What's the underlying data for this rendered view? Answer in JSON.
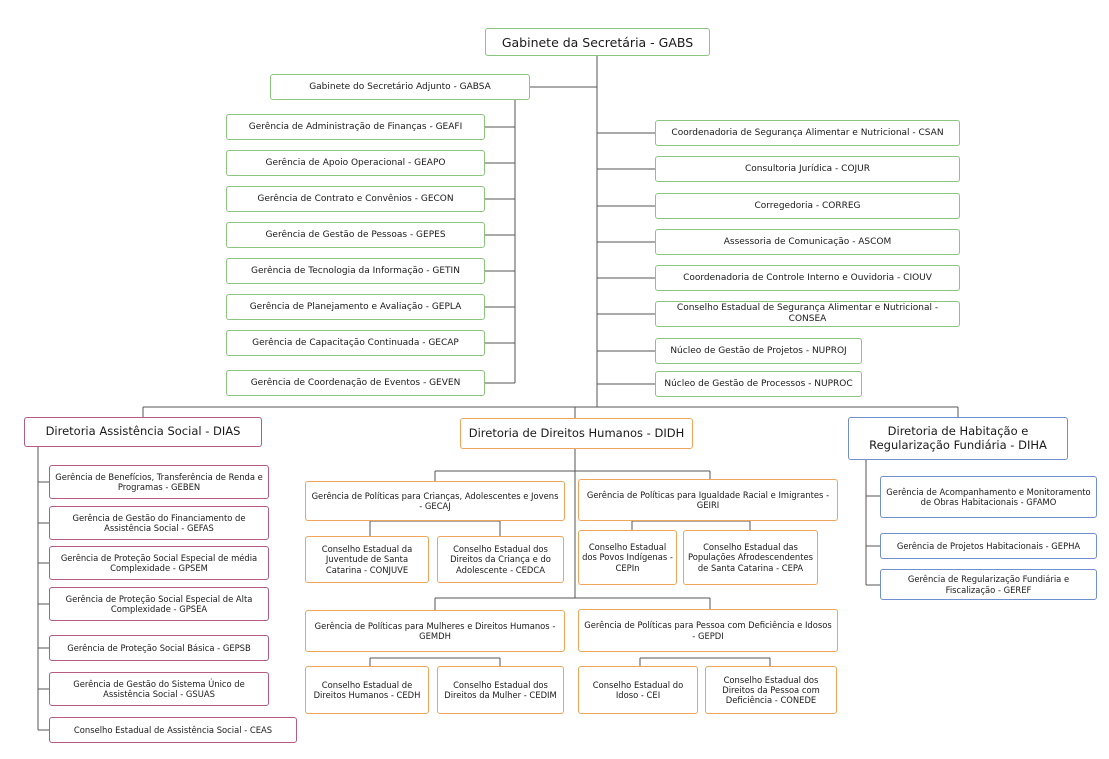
{
  "top": {
    "label": "Gabinete da Secretária - GABS"
  },
  "adjunto": {
    "label": "Gabinete do Secretário Adjunto - GABSA"
  },
  "left_gerencias": [
    "Gerência de Administração de Finanças - GEAFI",
    "Gerência de Apoio Operacional - GEAPO",
    "Gerência de Contrato e Convênios - GECON",
    "Gerência de Gestão de Pessoas - GEPES",
    "Gerência de Tecnologia da Informação - GETIN",
    "Gerência de Planejamento e Avaliação - GEPLA",
    "Gerência de Capacitação Continuada - GECAP",
    "Gerência de Coordenação de Eventos - GEVEN"
  ],
  "right_units": [
    "Coordenadoria de Segurança Alimentar e Nutricional - CSAN",
    "Consultoria Jurídica - COJUR",
    "Corregedoria - CORREG",
    "Assessoria de Comunicação - ASCOM",
    "Coordenadoria de Controle Interno e Ouvidoria - CIOUV",
    "Conselho Estadual de Segurança Alimentar e Nutricional - CONSEA"
  ],
  "nucleos": [
    "Núcleo de Gestão de Projetos - NUPROJ",
    "Núcleo de Gestão de Processos - NUPROC"
  ],
  "dias": {
    "label": "Diretoria Assistência Social  - DIAS",
    "children": [
      "Gerência de Benefícios, Transferência de Renda e Programas - GEBEN",
      "Gerência de Gestão do Financiamento de Assistência Social - GEFAS",
      "Gerência de Proteção Social Especial de média Complexidade - GPSEM",
      "Gerência de Proteção Social Especial de Alta Complexidade - GPSEA",
      "Gerência de Proteção Social Básica - GEPSB",
      "Gerência de Gestão do Sistema Único de Assistência Social - GSUAS",
      "Conselho Estadual de Assistência Social - CEAS"
    ]
  },
  "didh": {
    "label": "Diretoria de Direitos Humanos - DIDH",
    "gerencias": [
      {
        "label": "Gerência de Políticas para Crianças, Adolescentes e Jovens - GECAJ",
        "conselhos": [
          "Conselho Estadual da Juventude de Santa Catarina - CONJUVE",
          "Conselho Estadual dos Direitos da Criança e do Adolescente - CEDCA"
        ]
      },
      {
        "label": "Gerência de Políticas para Igualdade Racial e Imigrantes - GEIRI",
        "conselhos": [
          "Conselho Estadual dos Povos Indígenas - CEPIn",
          "Conselho Estadual das Populações Afrodescendentes de Santa Catarina - CEPA"
        ]
      },
      {
        "label": "Gerência de Políticas para Mulheres e Direitos Humanos - GEMDH",
        "conselhos": [
          "Conselho Estadual de Direitos Humanos - CEDH",
          "Conselho Estadual dos Direitos da Mulher - CEDIM"
        ]
      },
      {
        "label": "Gerência de Políticas para Pessoa com Deficiência e Idosos - GEPDI",
        "conselhos": [
          "Conselho Estadual do Idoso - CEI",
          "Conselho Estadual dos Direitos da Pessoa com Deficiência - CONEDE"
        ]
      }
    ]
  },
  "diha": {
    "label": "Diretoria de Habitação e Regularização Fundiária - DIHA",
    "children": [
      "Gerência de Acompanhamento e Monitoramento de Obras Habitacionais - GFAMO",
      "Gerência de Projetos Habitacionais - GEPHA",
      "Gerência de Regularização Fundiária e Fiscalização - GEREF"
    ]
  },
  "colors": {
    "admin": "#8cc57e",
    "dias": "#b85a86",
    "didh": "#f0a55a",
    "diha": "#6f8fd1",
    "line": "#555555"
  }
}
